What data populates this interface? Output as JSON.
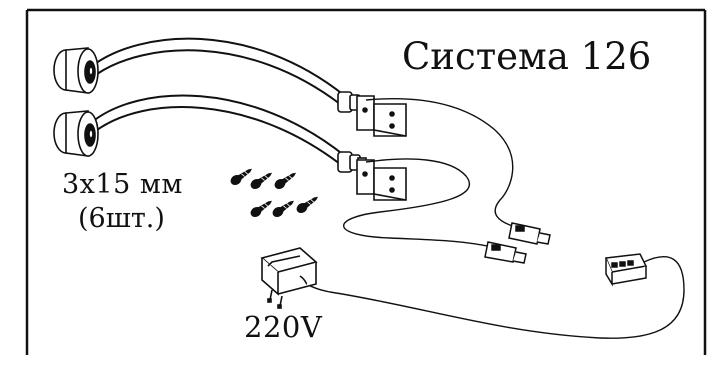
{
  "title": "Система 126",
  "screws": {
    "size_label": "3х15 мм",
    "count_label": "(6шт.)"
  },
  "power": {
    "voltage_label": "220V"
  },
  "parts": {
    "lamps": 2,
    "brackets": 2,
    "screws": 6,
    "connectors": 2,
    "junction_box": 1,
    "power_adapter": 1
  },
  "colors": {
    "line": "#111111",
    "background": "#ffffff"
  }
}
